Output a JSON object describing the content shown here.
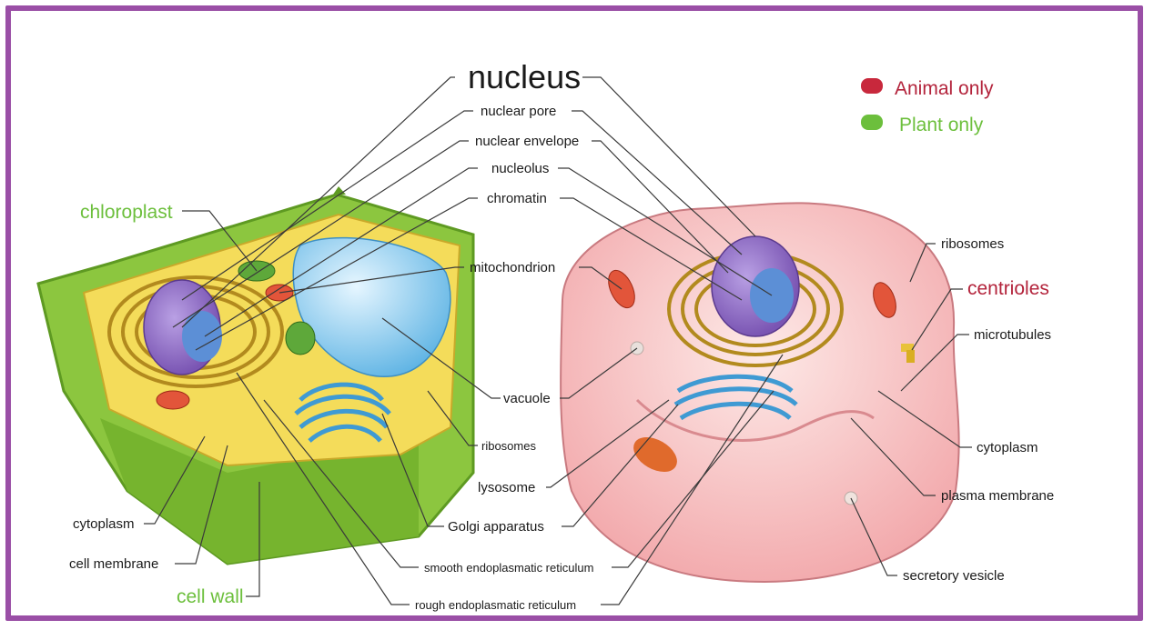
{
  "legend": {
    "animal_only": "Animal only",
    "plant_only": "Plant only",
    "animal_color": "#c8283c",
    "plant_color": "#6cbf3c"
  },
  "labels": {
    "nucleus": "nucleus",
    "nuclear_pore": "nuclear pore",
    "nuclear_envelope": "nuclear envelope",
    "nucleolus": "nucleolus",
    "chromatin": "chromatin",
    "mitochondrion": "mitochondrion",
    "chloroplast": "chloroplast",
    "vacuole": "vacuole",
    "ribosomes_plant": "ribosomes",
    "lysosome": "lysosome",
    "golgi_apparatus": "Golgi apparatus",
    "smooth_er": "smooth endoplasmatic reticulum",
    "rough_er": "rough endoplasmatic reticulum",
    "cytoplasm_plant": "cytoplasm",
    "cell_membrane": "cell membrane",
    "cell_wall": "cell wall",
    "ribosomes_animal": "ribosomes",
    "centrioles": "centrioles",
    "microtubules": "microtubules",
    "cytoplasm_animal": "cytoplasm",
    "plasma_membrane": "plasma membrane",
    "secretory_vesicle": "secretory vesicle"
  },
  "colors": {
    "frame": "#9a4fa6",
    "cell_wall": "#8cc63f",
    "plant_cytoplasm": "#f4dc5a",
    "animal_cell": "#f2b6b8",
    "nucleus": "#8e6bc0",
    "vacuole": "#86c9ee",
    "golgi": "#4aa8dc",
    "mitochondrion": "#e2553a"
  }
}
